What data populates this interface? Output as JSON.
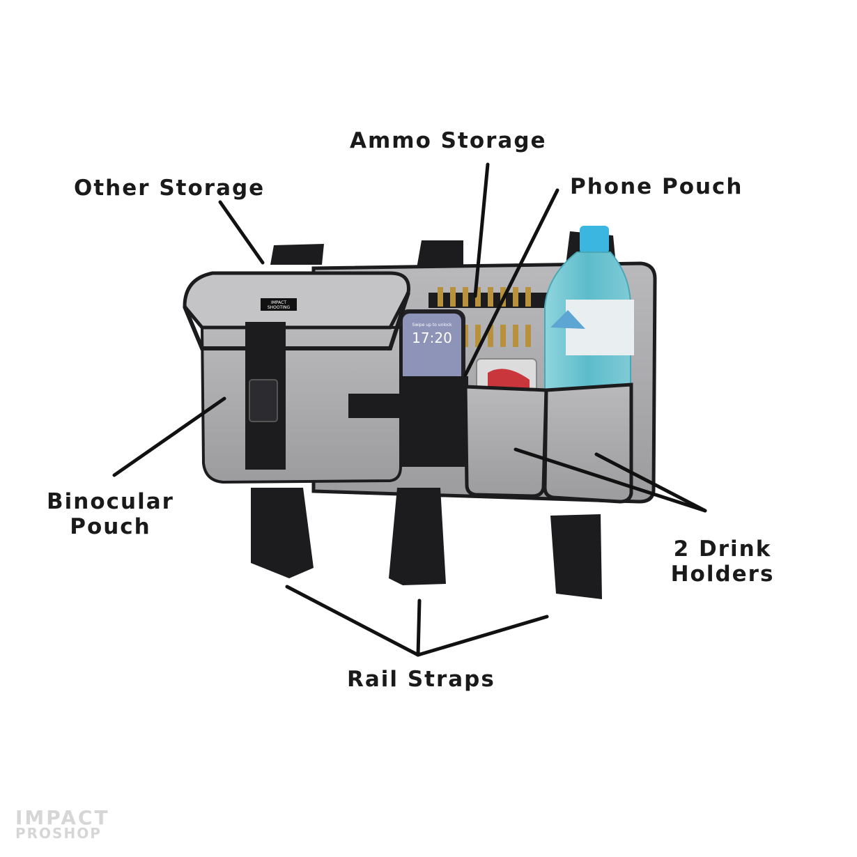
{
  "labels": {
    "ammo_storage": "Ammo Storage",
    "other_storage": "Other Storage",
    "phone_pouch": "Phone Pouch",
    "binocular_line1": "Binocular",
    "binocular_line2": "Pouch",
    "drink_line1": "2 Drink",
    "drink_line2": "Holders",
    "rail_straps": "Rail Straps"
  },
  "brand_patch": {
    "line1": "IMPACT",
    "line2": "SHOOTING"
  },
  "phone_screen": {
    "hint": "Swipe up to unlock",
    "time": "17:20"
  },
  "watermark": {
    "line1": "IMPACT",
    "line2": "PROSHOP"
  },
  "colors": {
    "fabric": "#a8a8ab",
    "fabric_light": "#bdbdc0",
    "webbing": "#1c1c1e",
    "bottle_water": "#6cc2cf",
    "bottle_cap": "#3bb6e0",
    "brass": "#b8913f",
    "text": "#1a1a1a"
  }
}
